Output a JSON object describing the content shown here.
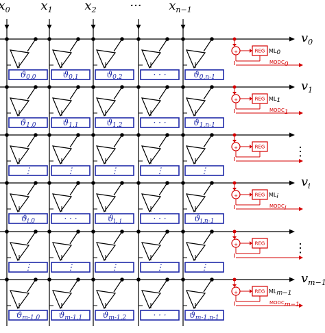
{
  "columns": [
    {
      "base": "x",
      "sub": "0"
    },
    {
      "base": "x",
      "sub": "1"
    },
    {
      "base": "x",
      "sub": "2"
    },
    {
      "base": "···",
      "sub": ""
    },
    {
      "base": "x",
      "sub": "n−1"
    }
  ],
  "rows": [
    {
      "out_base": "v",
      "out_sub": "0",
      "ml_base": "ML",
      "ml_sub": "0",
      "modc_base": "MODC",
      "modc_sub": "0",
      "cells": [
        {
          "b": "ϑ",
          "s": "0,0"
        },
        {
          "b": "ϑ",
          "s": "0,1"
        },
        {
          "b": "ϑ",
          "s": "0,2"
        },
        {
          "b": "· · ·",
          "s": ""
        },
        {
          "b": "ϑ",
          "s": "0,n-1"
        }
      ]
    },
    {
      "out_base": "v",
      "out_sub": "1",
      "ml_base": "ML",
      "ml_sub": "1",
      "modc_base": "MODC",
      "modc_sub": "1",
      "cells": [
        {
          "b": "ϑ",
          "s": "1,0"
        },
        {
          "b": "ϑ",
          "s": "1,1"
        },
        {
          "b": "ϑ",
          "s": "1,2"
        },
        {
          "b": "· · ·",
          "s": ""
        },
        {
          "b": "ϑ",
          "s": "1,n-1"
        }
      ]
    },
    {
      "out_base": "⋮",
      "out_sub": "",
      "ml_base": "",
      "ml_sub": "",
      "modc_base": "",
      "modc_sub": "",
      "cells": [
        {
          "b": "⋮",
          "s": ""
        },
        {
          "b": "⋮",
          "s": ""
        },
        {
          "b": "⋮",
          "s": ""
        },
        {
          "b": "⋮",
          "s": ""
        },
        {
          "b": "⋮",
          "s": ""
        }
      ]
    },
    {
      "out_base": "v",
      "out_sub": "i",
      "ml_base": "ML",
      "ml_sub": "i",
      "modc_base": "MODC",
      "modc_sub": "i",
      "cells": [
        {
          "b": "ϑ",
          "s": "i,0"
        },
        {
          "b": "· · ·",
          "s": ""
        },
        {
          "b": "ϑ",
          "s": "i, j"
        },
        {
          "b": "· · ·",
          "s": ""
        },
        {
          "b": "ϑ",
          "s": "i,n-1"
        }
      ]
    },
    {
      "out_base": "⋮",
      "out_sub": "",
      "ml_base": "",
      "ml_sub": "",
      "modc_base": "",
      "modc_sub": "",
      "cells": [
        {
          "b": "⋮",
          "s": ""
        },
        {
          "b": "⋮",
          "s": ""
        },
        {
          "b": "⋮",
          "s": ""
        },
        {
          "b": "⋮",
          "s": ""
        },
        {
          "b": "⋮",
          "s": ""
        }
      ]
    },
    {
      "out_base": "v",
      "out_sub": "m−1",
      "ml_base": "ML",
      "ml_sub": "m−1",
      "modc_base": "MODC",
      "modc_sub": "m−1",
      "cells": [
        {
          "b": "ϑ",
          "s": "m-1,0"
        },
        {
          "b": "ϑ",
          "s": "m-1,1"
        },
        {
          "b": "ϑ",
          "s": "m-1,2"
        },
        {
          "b": "· · ·",
          "s": ""
        },
        {
          "b": "ϑ",
          "s": "m-1,n-1"
        }
      ]
    }
  ],
  "reg_label": "REG",
  "adder_symbol": "+",
  "colors": {
    "wire": "#000000",
    "cell": "#1f2aa8",
    "control": "#d40000"
  }
}
